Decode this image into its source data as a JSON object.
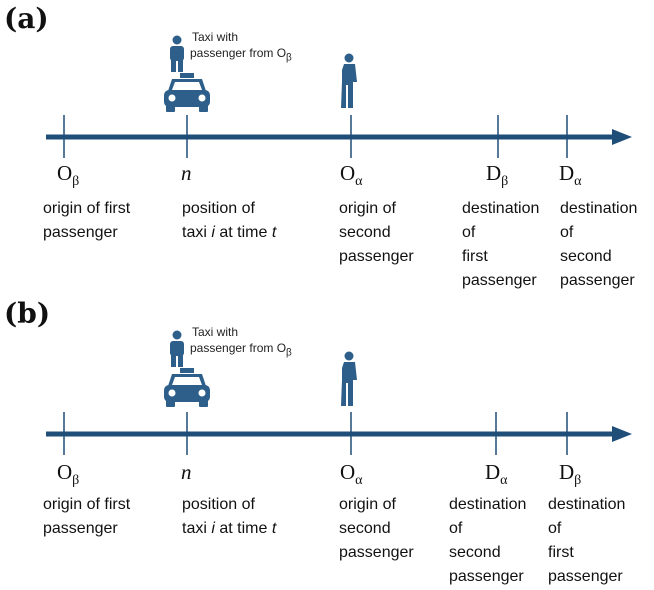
{
  "colors": {
    "axis": "#1f4e79",
    "icon": "#2e5f8a"
  },
  "panels": [
    {
      "label": "(a)",
      "taxi_caption": {
        "line1": "Taxi with",
        "line2_prefix": "passenger from O",
        "line2_sub": "β"
      },
      "points": [
        {
          "sym": "O",
          "sub": "β",
          "lines": [
            "origin of first",
            "passenger"
          ]
        },
        {
          "sym": "n",
          "sub": "",
          "lines": [
            "position of",
            "taxi i at time t"
          ]
        },
        {
          "sym": "O",
          "sub": "α",
          "lines": [
            "origin of",
            "second",
            "passenger"
          ]
        },
        {
          "sym": "D",
          "sub": "β",
          "lines": [
            "destination",
            "of",
            "first",
            "passenger"
          ]
        },
        {
          "sym": "D",
          "sub": "α",
          "lines": [
            "destination",
            "of",
            "second",
            "passenger"
          ]
        }
      ]
    },
    {
      "label": "(b)",
      "taxi_caption": {
        "line1": "Taxi with",
        "line2_prefix": "passenger from O",
        "line2_sub": "β"
      },
      "points": [
        {
          "sym": "O",
          "sub": "β",
          "lines": [
            "origin of first",
            "passenger"
          ]
        },
        {
          "sym": "n",
          "sub": "",
          "lines": [
            "position of",
            "taxi i at time t"
          ]
        },
        {
          "sym": "O",
          "sub": "α",
          "lines": [
            "origin of",
            "second",
            "passenger"
          ]
        },
        {
          "sym": "D",
          "sub": "α",
          "lines": [
            "destination",
            "of",
            "second",
            "passenger"
          ]
        },
        {
          "sym": "D",
          "sub": "β",
          "lines": [
            "destination",
            "of",
            "first",
            "passenger"
          ]
        }
      ]
    }
  ],
  "icons": [
    "taxi-icon",
    "seated-passenger-icon",
    "standing-passenger-icon"
  ]
}
